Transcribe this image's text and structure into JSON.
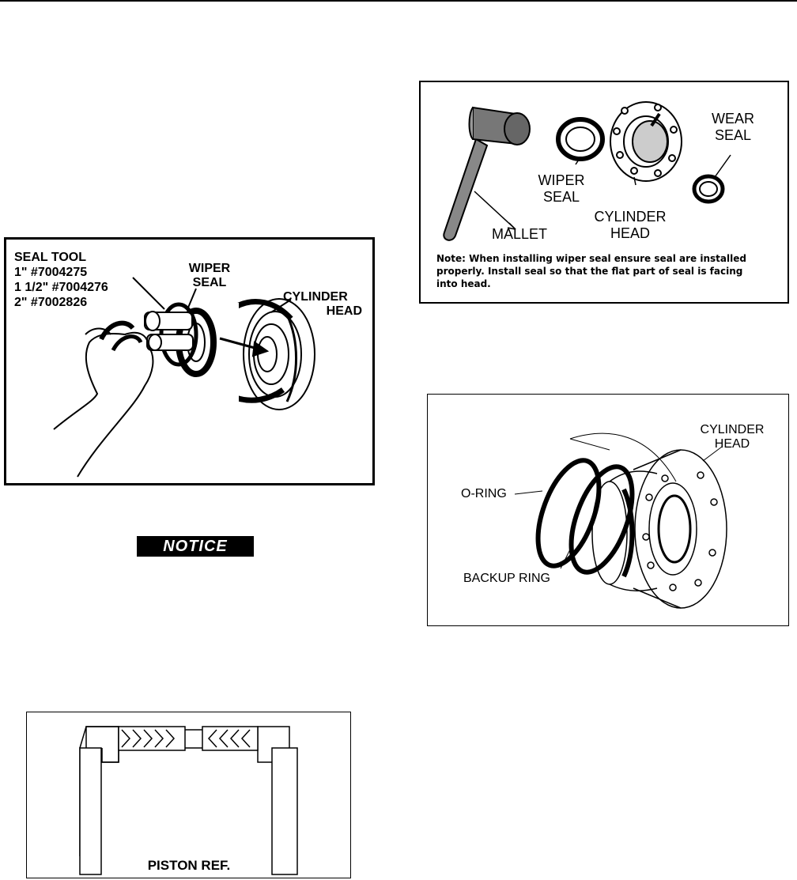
{
  "notice_label": "NOTICE",
  "figure_seal_tool": {
    "tool_title": "SEAL TOOL",
    "tool_sizes": [
      "1\" #7004275",
      "1 1/2\" #7004276",
      "2\" #7002826"
    ],
    "wiper_label_line1": "WIPER",
    "wiper_label_line2": "SEAL",
    "cylinder_label_line1": "CYLINDER",
    "cylinder_label_line2": "HEAD"
  },
  "figure_mallet": {
    "mallet_label": "MALLET",
    "wiper_label_line1": "WIPER",
    "wiper_label_line2": "SEAL",
    "cylinder_label_line1": "CYLINDER",
    "cylinder_label_line2": "HEAD",
    "wear_label_line1": "WEAR",
    "wear_label_line2": "SEAL",
    "note_line1": "Note: When installing wiper seal ensure seal are installed",
    "note_line2": "properly. Install seal so that the flat part of seal is facing",
    "note_line3": "into head."
  },
  "figure_rings": {
    "cylinder_label_line1": "CYLINDER",
    "cylinder_label_line2": "HEAD",
    "oring_label": "O-RING",
    "backup_label": "BACKUP RING"
  },
  "figure_piston": {
    "piston_label": "PISTON REF."
  }
}
